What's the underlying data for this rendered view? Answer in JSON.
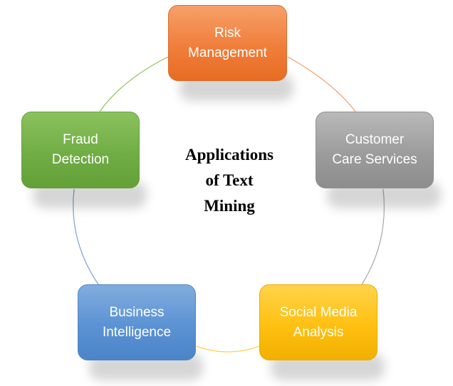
{
  "diagram": {
    "center_title": "Applications\nof Text\nMining",
    "nodes": [
      {
        "label": "Risk\nManagement",
        "color": "#f07e3a"
      },
      {
        "label": "Customer\nCare Services",
        "color": "#9c9c9c"
      },
      {
        "label": "Social Media\nAnalysis",
        "color": "#ffc011"
      },
      {
        "label": "Business\nIntelligence",
        "color": "#5b92d4"
      },
      {
        "label": "Fraud\nDetection",
        "color": "#71ad45"
      }
    ],
    "connector_colors": [
      "#f3a06b",
      "#a9a9a9",
      "#ffd04a",
      "#7aa3d6",
      "#8bc25e"
    ]
  }
}
